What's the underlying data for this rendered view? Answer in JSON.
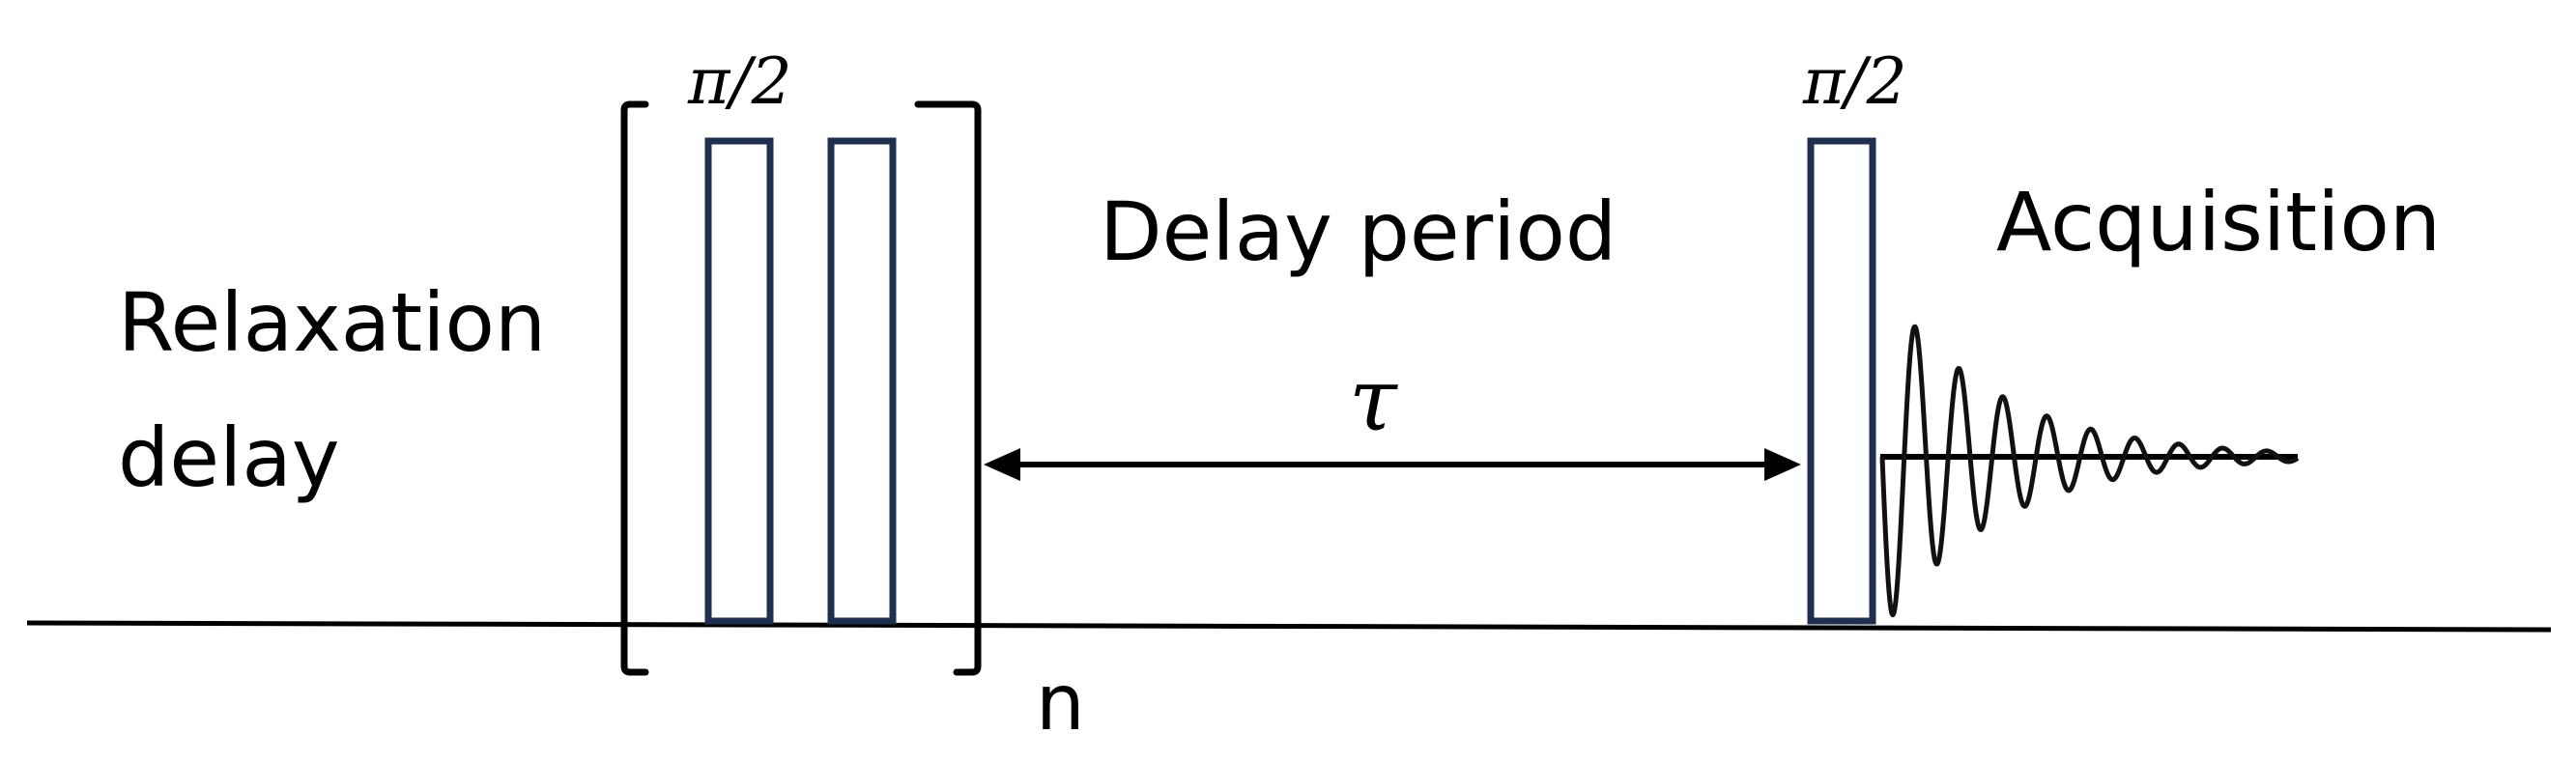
{
  "labels": {
    "relaxation_line1": "Relaxation",
    "relaxation_line2": "delay",
    "pulse_first": "π/2",
    "pulse_second": "π/2",
    "delay_period": "Delay period",
    "tau": "τ",
    "acquisition": "Acquisition",
    "repeat_count": "n"
  },
  "colors": {
    "pulse_stroke": "#1f2f4f",
    "line": "#000000"
  }
}
